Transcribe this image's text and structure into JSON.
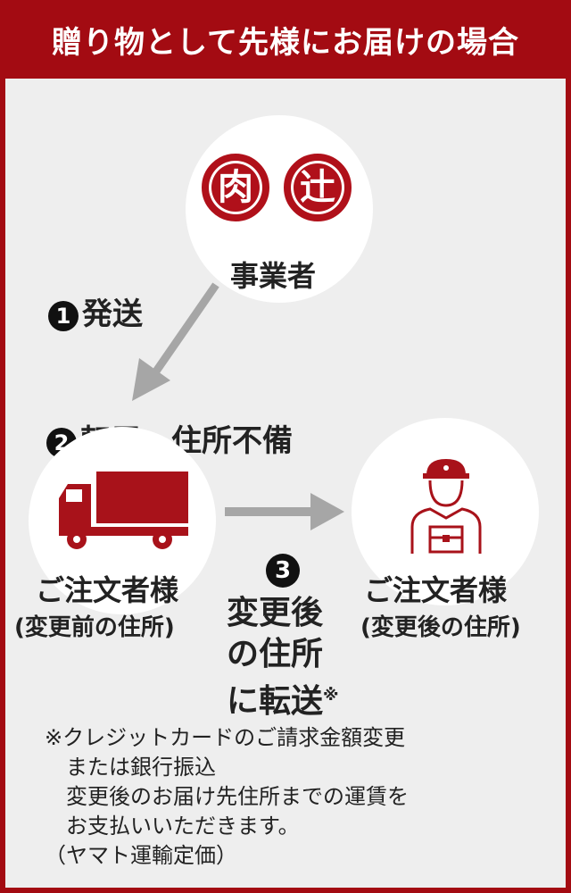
{
  "header": {
    "title": "贈り物として先様にお届けの場合"
  },
  "business": {
    "stamp_chars": [
      "肉",
      "辻"
    ],
    "label": "事業者"
  },
  "steps": {
    "step1": {
      "number": "1",
      "label": "発送"
    },
    "step2": {
      "number": "2",
      "label": "転居・住所不備"
    },
    "step3": {
      "number": "3",
      "lines": [
        "変更後",
        "の住所",
        "に転送"
      ],
      "mark": "※"
    }
  },
  "orderer_old": {
    "title": "ご注文者様",
    "subtitle": "(変更前の住所)"
  },
  "orderer_new": {
    "title": "ご注文者様",
    "subtitle": "(変更後の住所)"
  },
  "note": {
    "lines": [
      "※クレジットカードのご請求金額変更",
      "　または銀行振込",
      "　変更後のお届け先住所までの運賃を",
      "　お支払いいただきます。",
      "（ヤマト運輸定価）"
    ]
  },
  "colors": {
    "brand_red": "#a30b12",
    "icon_red": "#a8121a",
    "arrow_gray": "#a6a6a6",
    "panel_bg": "#eeeeee"
  },
  "icons": [
    "truck-icon",
    "delivery-person-icon",
    "arrow-down-left-icon",
    "arrow-right-icon"
  ]
}
